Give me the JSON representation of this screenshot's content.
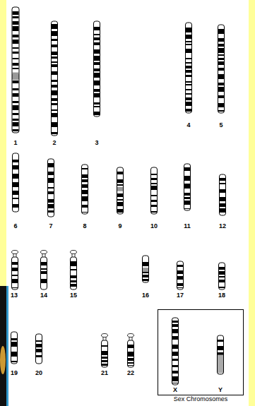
{
  "diagram": {
    "nodes": [
      {
        "text": [
          "Sex Chromosomes"
        ]
      }
    ],
    "labels": [
      "1",
      "2",
      "3",
      "4",
      "5",
      "6",
      "7",
      "8",
      "9",
      "10",
      "11",
      "12",
      "13",
      "14",
      "15",
      "16",
      "17",
      "18",
      "19",
      "20",
      "21",
      "22",
      "X",
      "Y"
    ]
  }
}
